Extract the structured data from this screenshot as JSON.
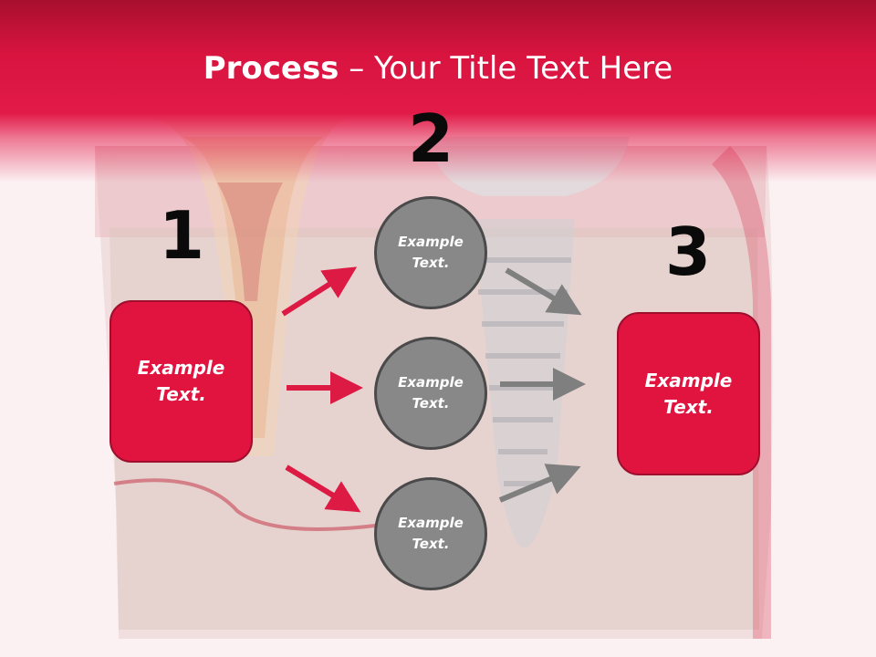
{
  "title": {
    "bold": "Process",
    "rest": " – Your Title Text Here"
  },
  "steps": [
    {
      "number": "1",
      "text_line1": "Example",
      "text_line2": "Text."
    },
    {
      "number": "2"
    },
    {
      "number": "3",
      "text_line1": "Example",
      "text_line2": "Text."
    }
  ],
  "circles": [
    {
      "text_line1": "Example",
      "text_line2": "Text."
    },
    {
      "text_line1": "Example",
      "text_line2": "Text."
    },
    {
      "text_line1": "Example",
      "text_line2": "Text."
    }
  ],
  "colors": {
    "accent_red": "#e0143f",
    "circle_gray": "#888888",
    "arrow_red": "#dc1a44",
    "arrow_gray": "#7f7f7f"
  }
}
